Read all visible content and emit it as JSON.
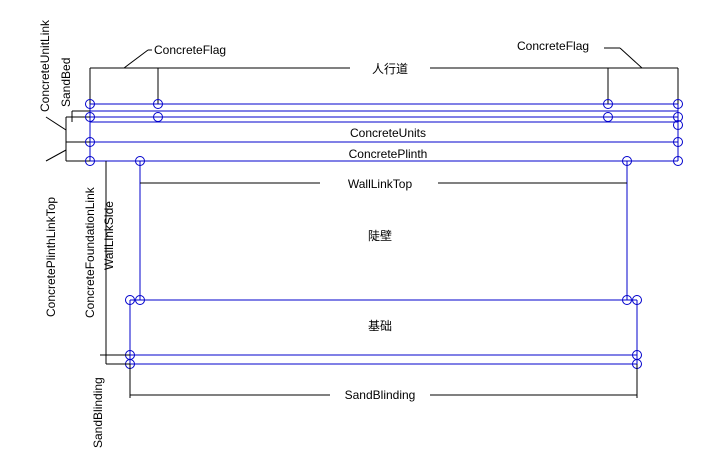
{
  "labels": {
    "concrete_flag_left": "ConcreteFlag",
    "concrete_flag_right": "ConcreteFlag",
    "sidewalk": "人行道",
    "concrete_units": "ConcreteUnits",
    "concrete_plinth": "ConcretePlinth",
    "wall_link_top": "WallLinkTop",
    "wall": "陡壁",
    "foundation": "基础",
    "sand_blinding_bottom": "SandBlinding",
    "concrete_unit_link": "ConcreteUnitLink",
    "sand_bed": "SandBed",
    "concrete_plinth_link_top": "ConcretePlinthLinkTop",
    "concrete_foundation_link": "ConcreteFoundationLink",
    "wall_link_side": "WallLinkSide",
    "sand_blinding_side": "SandBlinding"
  },
  "colors": {
    "outline": "#0000cc",
    "dimension": "#000000"
  }
}
